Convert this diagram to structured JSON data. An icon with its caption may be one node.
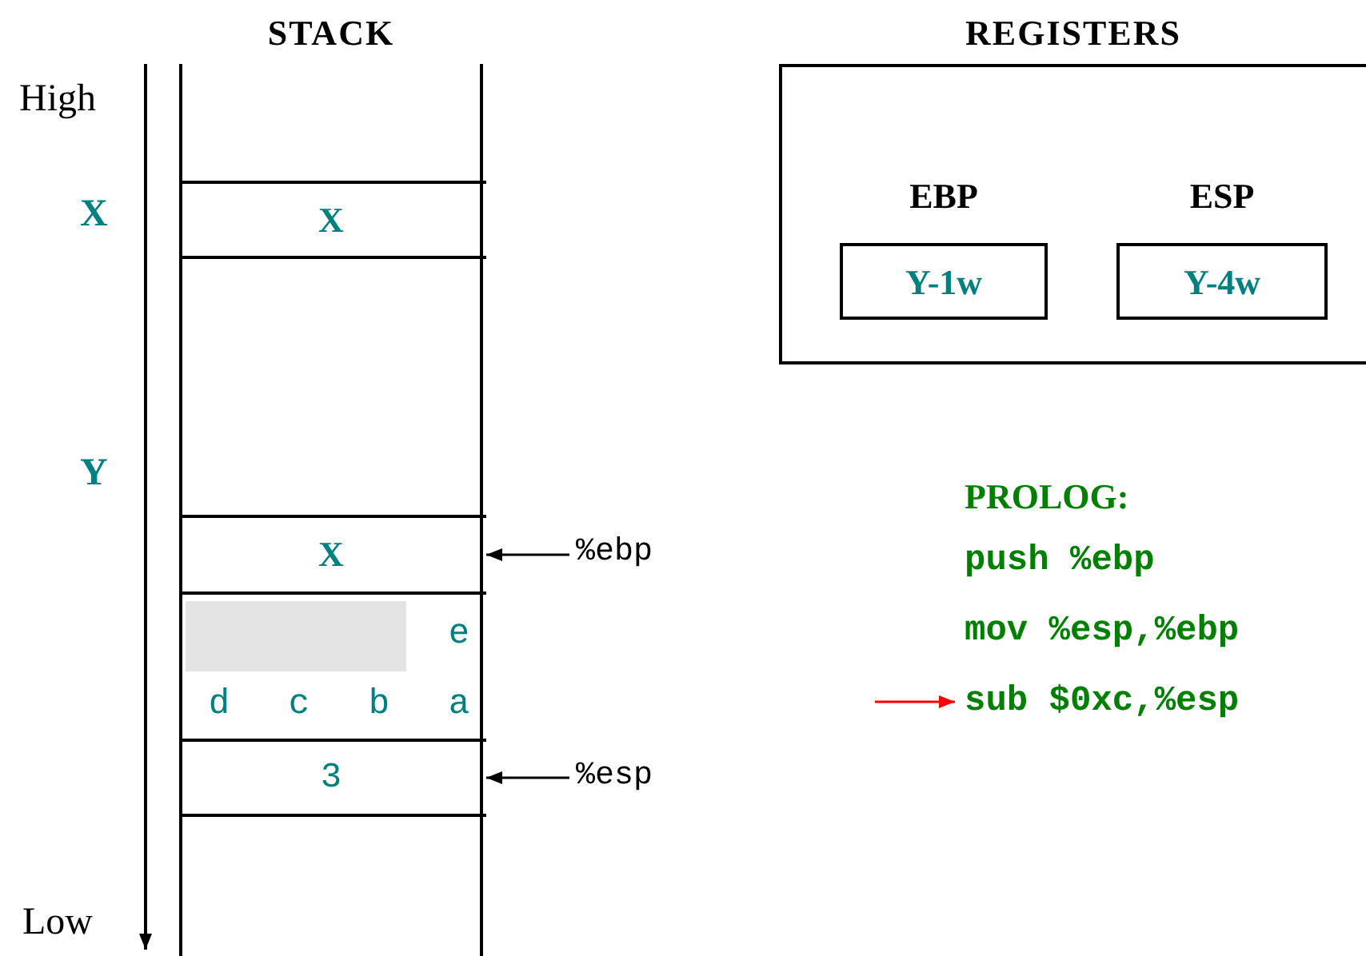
{
  "diagram": {
    "nodes": [
      {
        "text": [
          "STACK"
        ]
      },
      {
        "text": [
          "X"
        ],
        "in": 0
      },
      {
        "text": [
          "X"
        ],
        "in": 0
      },
      {
        "text": [
          "e",
          "d",
          "c",
          "b",
          "a"
        ],
        "in": 0
      },
      {
        "text": [],
        "shape": "box",
        "in": 3
      },
      {
        "text": [
          "3"
        ],
        "in": 0
      },
      {
        "text": [
          "%ebp"
        ]
      },
      {
        "text": [
          "%esp"
        ]
      },
      {
        "text": [
          "REGISTERS"
        ]
      },
      {
        "text": [
          "EBP",
          "Y-1w"
        ],
        "in": 8
      },
      {
        "text": [
          "ESP",
          "Y-4w"
        ],
        "in": 8
      },
      {
        "text": [
          "sub $0xc,%esp"
        ]
      }
    ],
    "edges": [
      {
        "from": 6,
        "to": 2,
        "arrow": "to"
      },
      {
        "from": 7,
        "to": 5,
        "arrow": "to"
      },
      {
        "from": null,
        "to": 11,
        "arrow": "to",
        "color": "#ff0000"
      }
    ],
    "labels": [
      "High",
      "X",
      "Y",
      "PROLOG:",
      "push %ebp",
      "mov %esp,%ebp",
      "Low"
    ]
  }
}
